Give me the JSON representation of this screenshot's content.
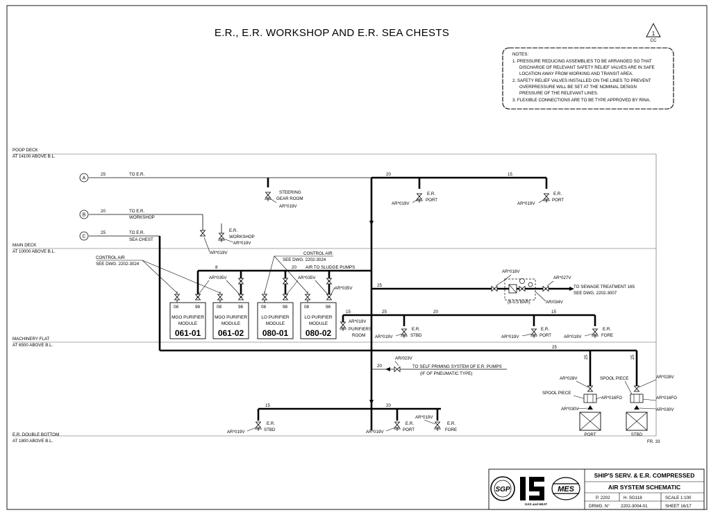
{
  "title": "E.R., E.R. WORKSHOP AND E.R. SEA CHESTS",
  "revision": {
    "mark": "1",
    "label": "CC"
  },
  "notes": [
    "NOTES:",
    "1. PRESSURE REDUCING ASSEMBLIES TO BE ARRANGED SO THAT",
    "DISCHARGE OF RELEVANT SAFETY RELIEF VALVES ARE IN SAFE",
    "LOCATION AWAY FROM WORKING AND TRANSIT AREA.",
    "2. SAFETY RELIEF VALVES INSTALLED ON THE LINES TO PREVENT",
    "OVERPRESSURE WILL BE SET AT THE NOMINAL DESIGN",
    "PRESSURE OF THE RELEVANT LINES.",
    "3. FLEXIBLE CONNECTIONS ARE TO BE TYPE APPROVED BY RINA."
  ],
  "decks": [
    {
      "name": "POOP DECK",
      "level": "AT 14100 ABOVE B.L."
    },
    {
      "name": "MAIN DECK",
      "level": "AT 10000 ABOVE B.L."
    },
    {
      "name": "MACHINERY FLAT",
      "level": "AT 6500 ABOVE B.L."
    },
    {
      "name": "E.R. DOUBLE BOTTOM",
      "level": "AT 1800 ABOVE B.L."
    }
  ],
  "inlets": [
    {
      "letter": "A",
      "size": "25",
      "label": "TO E.R.",
      "label2": ""
    },
    {
      "letter": "B",
      "size": "20",
      "label": "TO E.R.",
      "label2": "WORKSHOP"
    },
    {
      "letter": "C",
      "size": "25",
      "label": "TO E.R.",
      "label2": "SEA CHEST"
    }
  ],
  "pipe_sizes": {
    "main_20": "20",
    "main_15": "15",
    "s15": "15",
    "s8": "8",
    "s20": "20",
    "s25": "25",
    "d25": "25",
    "d20": "20",
    "flat25": "25",
    "flat20": "20",
    "flat15": "15",
    "long25": "25",
    "sp20": "20",
    "bot15": "15",
    "bot20": "20",
    "v25a": "25",
    "v25b": "25"
  },
  "outlets": {
    "steering": [
      "STEERING",
      "GEAR ROOM"
    ],
    "er_port": [
      "E.R.",
      "PORT"
    ],
    "workshop": [
      "E.R.",
      "WORKSHOP"
    ],
    "purifiers": [
      "PURIFIERS",
      "ROOM"
    ],
    "er_stbd": [
      "E.R.",
      "STBD"
    ],
    "er_fore": [
      "E.R.",
      "FORE"
    ]
  },
  "tags": {
    "ar019v": "AR*019V",
    "ar035v": "AR*035V",
    "ar018v": "AR*018V",
    "ar027v": "AR*027V",
    "ar034v": "AR/034V",
    "ar023v": "AR/023V",
    "ar028v": "AR*028V",
    "ar016fo": "AR*016FO",
    "ar030v": "AR*030V"
  },
  "control_air": {
    "left": [
      "CONTROL AIR",
      "SEE DWG. 2202-3024"
    ],
    "right": [
      "CONTROL AIR",
      "SEE DWG. 2202-3024"
    ]
  },
  "sludge_label": "AIR TO SLUDGE PUMPS",
  "sewage_label": [
    "TO SEWAGE TREATMENT 165",
    "SEE DWG. 2202-3007"
  ],
  "reducer_label": "(8-0.5 BAR)",
  "self_priming_label": [
    "TO SELF PRIMING SYSTEM OF E.R. PUMPS",
    "(IF OF PNEUMATIC TYPE)"
  ],
  "spool_label": "SPOOL PIECE",
  "sea_chest_labels": [
    "PORT",
    "STBD"
  ],
  "modules": [
    {
      "line1": "MGO PURIFIER",
      "line2": "MODULE",
      "number": "061-01",
      "a": "08",
      "b": "98"
    },
    {
      "line1": "MGO PURIFIER",
      "line2": "MODULE",
      "number": "061-02",
      "a": "08",
      "b": "98"
    },
    {
      "line1": "LO PURIFIER",
      "line2": "MODULE",
      "number": "080-01",
      "a": "08",
      "b": "98"
    },
    {
      "line1": "LO PURIFIER",
      "line2": "MODULE",
      "number": "080-02",
      "a": "08",
      "b": "98"
    }
  ],
  "frame": "FR. 33",
  "title_block": {
    "line1": "SHIP'S SERV. & E.R. COMPRESSED",
    "line2": "AIR SYSTEM SCHEMATIC",
    "p": "P. 2202",
    "h": "H. SG118",
    "scale": "SCALE 1:100",
    "dwg_label": "DRWG. N°",
    "dwg_no": "2202-3004-01",
    "sheet": "SHEET 16/17",
    "logos": {
      "sgp": "SGP",
      "ls": "GAS and HEAT",
      "mes": "MES"
    }
  }
}
